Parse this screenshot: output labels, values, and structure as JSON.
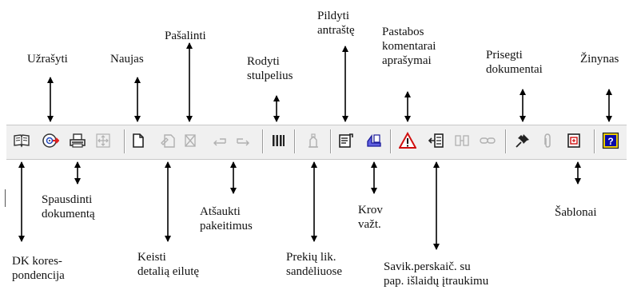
{
  "toolbar": {
    "buttons": [
      {
        "name": "dk-korespondencija",
        "icon": "open-book-icon"
      },
      {
        "name": "uzrasyti",
        "icon": "save-disc-icon"
      },
      {
        "name": "spausdinti",
        "icon": "printer-icon"
      },
      {
        "name": "move",
        "icon": "move-arrows-icon"
      },
      {
        "name": "naujas",
        "icon": "new-page-icon"
      },
      {
        "name": "keisti",
        "icon": "edit-page-icon"
      },
      {
        "name": "pasalinti",
        "icon": "delete-icon"
      },
      {
        "name": "atsaukti",
        "icon": "undo-arrow-icon"
      },
      {
        "name": "pakartoti",
        "icon": "redo-arrow-icon"
      },
      {
        "name": "rodyti-stulpelius",
        "icon": "columns-icon"
      },
      {
        "name": "prekiu-likuciai",
        "icon": "warehouse-icon"
      },
      {
        "name": "pildyti-antraste",
        "icon": "fill-header-icon"
      },
      {
        "name": "krov-vazt",
        "icon": "waybill-icon"
      },
      {
        "name": "pastabos",
        "icon": "warning-icon"
      },
      {
        "name": "savik-perskaic",
        "icon": "recalculate-icon"
      },
      {
        "name": "split",
        "icon": "split-icon"
      },
      {
        "name": "link",
        "icon": "chain-icon"
      },
      {
        "name": "prisegti",
        "icon": "pushpin-icon"
      },
      {
        "name": "paperclip",
        "icon": "paperclip-icon"
      },
      {
        "name": "sablonai",
        "icon": "template-icon"
      },
      {
        "name": "zinynas",
        "icon": "help-question-icon"
      }
    ]
  },
  "labels": {
    "uzrasyti": "Užrašyti",
    "naujas": "Naujas",
    "pasalinti": "Pašalinti",
    "rodyti_stulpelius": "Rodyti\nstulpelius",
    "pildyti_antraste": "Pildyti\nantraštę",
    "pastabos": "Pastabos\nkomentarai\naprašymai",
    "prisegti": "Prisegti\ndokumentai",
    "zinynas": "Žinynas",
    "spausdinti": "Spausdinti\ndokumentą",
    "atsaukti": "Atšaukti\npakeitimus",
    "krov_vazt": "Krov\nvažt.",
    "sablonai": "Šablonai",
    "dk_koresp": "DK kores-\npondencija",
    "keisti": "Keisti\ndetalią eilutę",
    "prekiu_lik": "Prekių lik.\nsandėliuose",
    "savik": "Savik.perskaič. su\npap. išlaidų įtraukimu"
  },
  "colors": {
    "toolbar_bg": "#f0f0f0",
    "icon_dark": "#333333",
    "icon_disabled": "#b0b0b0",
    "warning_red": "#d01010",
    "help_blue": "#0a0aa8",
    "help_yellow": "#f0d000",
    "save_red": "#e02020",
    "new_page_blue": "#2048c0",
    "arrow": "#000000"
  }
}
